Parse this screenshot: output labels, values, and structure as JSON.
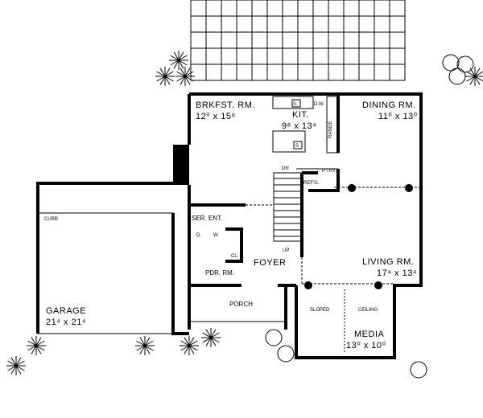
{
  "title": "Floor Plan",
  "rooms": {
    "brkfst": {
      "name": "BRKFST. RM.",
      "dims": "12⁰ x 15⁸"
    },
    "kit": {
      "name": "KIT.",
      "dims": "9⁸ x 13⁴"
    },
    "dining": {
      "name": "DINING RM.",
      "dims": "11⁰ x 13⁰"
    },
    "living": {
      "name": "LIVING RM.",
      "dims": "17⁴ x 13⁴"
    },
    "foyer": {
      "name": "FOYER"
    },
    "ser_ent": {
      "name": "SER. ENT."
    },
    "pdr": {
      "name": "PDR. RM."
    },
    "porch": {
      "name": "PORCH"
    },
    "media": {
      "name": "MEDIA",
      "dims": "13⁰ x 10⁰"
    },
    "garage": {
      "name": "GARAGE",
      "dims": "21⁴ x 21⁴"
    }
  },
  "fixtures": {
    "sink": "S.",
    "sink2": "S",
    "dw": "D.W.",
    "range": "RANGE",
    "pantry": "P'TRY.",
    "refg": "REF'G.",
    "dn": "DN",
    "up": "UP",
    "dryer": "D.",
    "washer": "W.",
    "closet": "CL.",
    "curb": "CURB",
    "sloped": "SLOPED",
    "ceiling": "CEILING"
  }
}
